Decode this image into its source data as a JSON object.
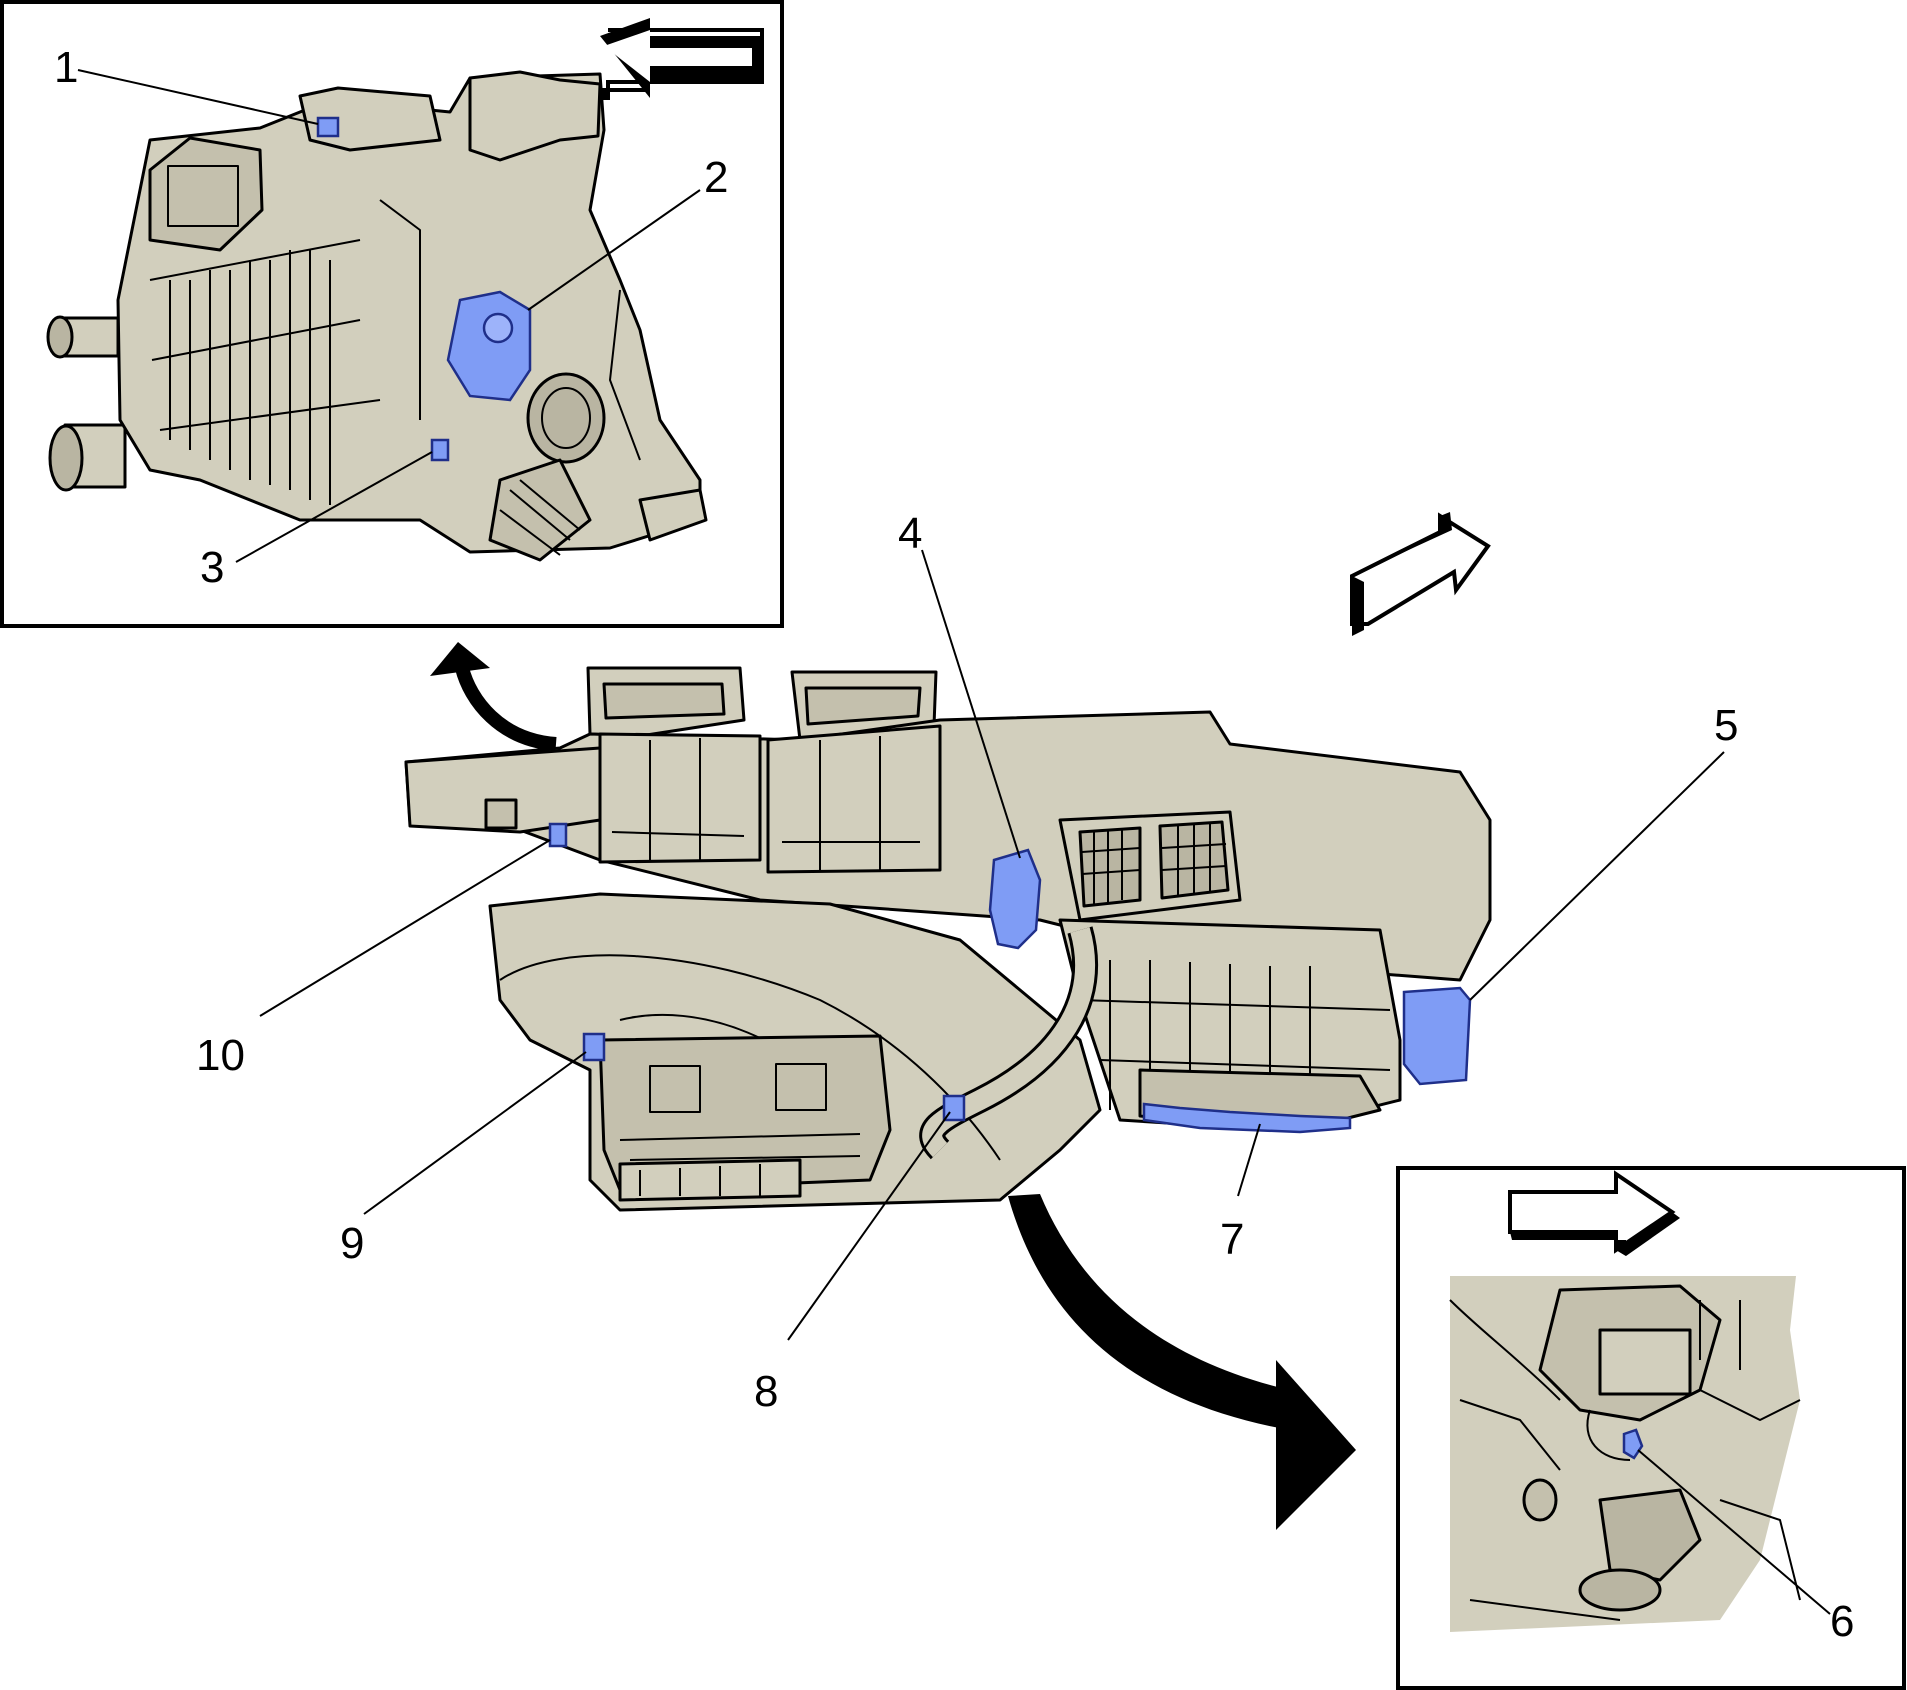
{
  "colors": {
    "housing": "#d2cfbd",
    "housing_dark": "#b9b5a2",
    "actuator": "#7f9cf5",
    "line": "#000000",
    "background": "#ffffff"
  },
  "callouts": [
    "1",
    "2",
    "3",
    "4",
    "5",
    "6",
    "7",
    "8",
    "9",
    "10"
  ]
}
